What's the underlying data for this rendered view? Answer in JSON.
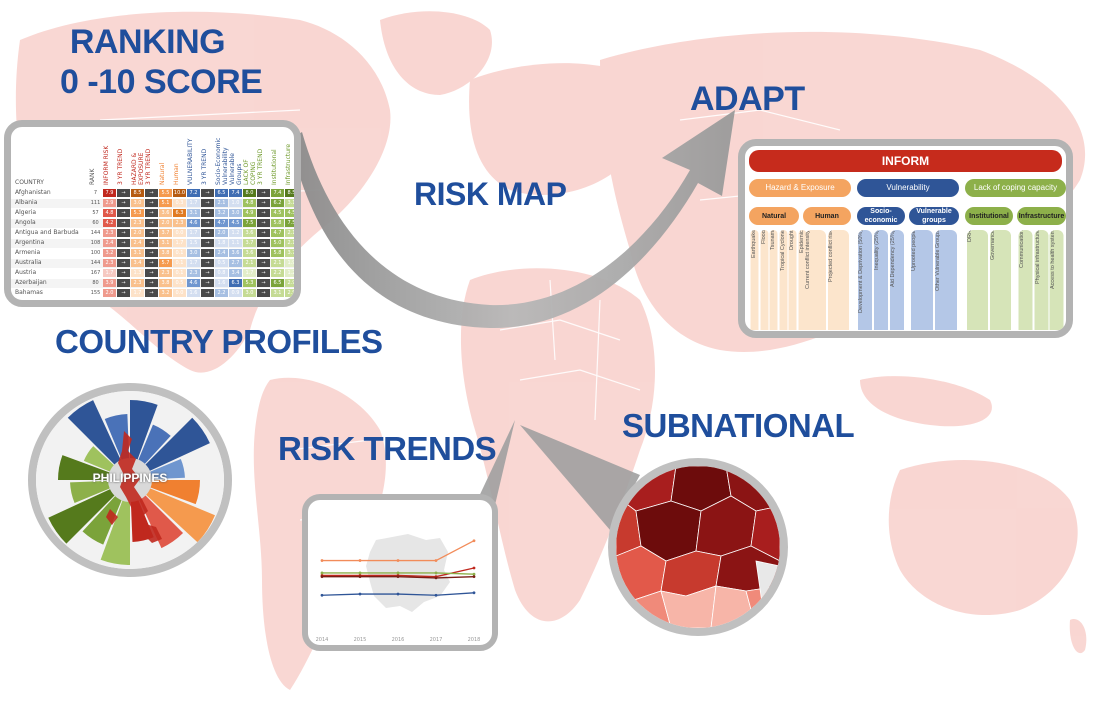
{
  "labels": {
    "ranking_line1": "RANKING",
    "ranking_line2": "0 -10 SCORE",
    "adapt": "ADAPT",
    "risk_map": "RISK MAP",
    "country_profiles": "COUNTRY PROFILES",
    "risk_trends": "RISK TRENDS",
    "subnational": "SUBNATIONAL"
  },
  "ranking_table": {
    "country_header": "COUNTRY",
    "column_headers": [
      "RANK",
      "INFORM RISK",
      "3 YR TREND",
      "HAZARD & EXPOSURE",
      "3 YR TREND",
      "Natural",
      "Human",
      "VULNERABILITY",
      "3 YR TREND",
      "Socio-Economic Vulnerability",
      "Vulnerable Groups",
      "LACK OF COPING CAPACITY",
      "3 YR TREND",
      "Institutional",
      "Infrastructure"
    ],
    "rows": [
      {
        "country": "Afghanistan",
        "rank": "7",
        "values": [
          "7.9",
          "→",
          "8.5",
          "→",
          "5.5",
          "10.0",
          "7.2",
          "→",
          "6.5",
          "7.4",
          "8.0",
          "→",
          "7.4",
          "8.5"
        ]
      },
      {
        "country": "Albania",
        "rank": "111",
        "values": [
          "2.9",
          "→",
          "3.0",
          "→",
          "5.1",
          "0.3",
          "1.7",
          "→",
          "2.1",
          "1.0",
          "4.8",
          "→",
          "6.2",
          "3.1"
        ]
      },
      {
        "country": "Algeria",
        "rank": "57",
        "values": [
          "4.8",
          "→",
          "5.3",
          "→",
          "3.6",
          "6.3",
          "3.1",
          "→",
          "3.2",
          "3.0",
          "4.9",
          "→",
          "4.5",
          "4.5"
        ]
      },
      {
        "country": "Angola",
        "rank": "60",
        "values": [
          "4.2",
          "→",
          "2.3",
          "→",
          "2.0",
          "2.3",
          "4.6",
          "→",
          "4.7",
          "4.5",
          "7.5",
          "→",
          "5.8",
          "7.5"
        ]
      },
      {
        "country": "Antigua and Barbuda",
        "rank": "144",
        "values": [
          "2.3",
          "→",
          "2.0",
          "→",
          "3.7",
          "0.0",
          "1.7",
          "→",
          "2.0",
          "1.2",
          "3.6",
          "→",
          "4.7",
          "2.1"
        ]
      },
      {
        "country": "Argentina",
        "rank": "108",
        "values": [
          "2.4",
          "→",
          "2.4",
          "→",
          "3.1",
          "1.7",
          "1.5",
          "→",
          "1.8",
          "1.1",
          "3.7",
          "→",
          "5.0",
          "2.1"
        ]
      },
      {
        "country": "Armenia",
        "rank": "100",
        "values": [
          "3.2",
          "→",
          "3.1",
          "→",
          "3.8",
          "0.1",
          "3.0",
          "→",
          "2.4",
          "3.6",
          "3.6",
          "→",
          "5.8",
          "3.7"
        ]
      },
      {
        "country": "Australia",
        "rank": "144",
        "values": [
          "2.3",
          "→",
          "3.4",
          "→",
          "5.7",
          "0.1",
          "1.7",
          "→",
          "0.5",
          "2.7",
          "2.1",
          "→",
          "2.1",
          "1.9"
        ]
      },
      {
        "country": "Austria",
        "rank": "167",
        "values": [
          "1.7",
          "→",
          "1.3",
          "→",
          "2.3",
          "0.1",
          "2.3",
          "→",
          "0.8",
          "3.4",
          "1.7",
          "→",
          "2.2",
          "1.2"
        ]
      },
      {
        "country": "Azerbaijan",
        "rank": "80",
        "values": [
          "3.9",
          "→",
          "2.3",
          "→",
          "3.8",
          "0.5",
          "4.6",
          "→",
          "1.6",
          "6.3",
          "5.3",
          "→",
          "6.5",
          "2.9"
        ]
      },
      {
        "country": "Bahamas",
        "rank": "155",
        "values": [
          "2.0",
          "→",
          "1.7",
          "→",
          "3.2",
          "0.0",
          "1.6",
          "→",
          "2.2",
          "0.9",
          "3.0",
          "→",
          "3.1",
          "2.9"
        ]
      }
    ]
  },
  "inform_framework": {
    "title": "INFORM",
    "dimensions": [
      "Hazard & Exposure",
      "Vulnerability",
      "Lack of coping capacity"
    ],
    "categories": [
      "Natural",
      "Human",
      "Socio-economic",
      "Vulnerable groups",
      "Institutional",
      "Infrastructure"
    ],
    "natural_components": [
      "Earthquake",
      "Flood",
      "Tsunami",
      "Tropical Cyclone",
      "Drought",
      "Epidemic"
    ],
    "human_components": [
      "Current conflict intensity",
      "Projected conflict risk"
    ],
    "socio_components": [
      "Development & Deprivation (50%)",
      "Inequality (25%)",
      "Aid Dependency (25%)"
    ],
    "vulnerable_components": [
      "Uprooted people",
      "Other Vulnerable Groups"
    ],
    "institutional_components": [
      "DRR",
      "Governance"
    ],
    "infrastructure_components": [
      "Communication",
      "Physical infrastructure",
      "Access to health system"
    ],
    "colors": {
      "hazard": "#f4a460",
      "hazard_light": "#fce5cc",
      "vulnerability": "#2f5597",
      "vulnerability_light": "#b4c7e7",
      "coping": "#8db04a",
      "coping_light": "#d6e4b8",
      "title": "#c62b1c"
    }
  },
  "country_profile": {
    "country": "PHILIPPINES"
  },
  "risk_trends_chart": {
    "type": "line",
    "x": [
      "2014",
      "2015",
      "2016",
      "2017",
      "2018"
    ],
    "series": [
      {
        "values": [
          5.6,
          5.6,
          5.6,
          5.6,
          7.2
        ],
        "color": "#f28c5a"
      },
      {
        "values": [
          4.4,
          4.4,
          4.4,
          4.3,
          5.0
        ],
        "color": "#c0281e"
      },
      {
        "values": [
          4.6,
          4.6,
          4.6,
          4.6,
          4.5
        ],
        "color": "#8db04a"
      },
      {
        "values": [
          4.3,
          4.3,
          4.3,
          4.2,
          4.3
        ],
        "color": "#7a1e16"
      },
      {
        "values": [
          2.8,
          2.9,
          2.9,
          2.8,
          3.0
        ],
        "color": "#2f5597"
      }
    ],
    "ylim": [
      0,
      10
    ]
  },
  "subnational_map": {
    "region_colors": [
      "#6d0c0c",
      "#8b1414",
      "#a81e1e",
      "#c73a2e",
      "#e2594a",
      "#f08a7a",
      "#f7b5a8"
    ]
  },
  "colors": {
    "label_blue": "#1f4e9c",
    "map_pink": "#f7c9c4",
    "arrow_gray": "#a8a8a8"
  }
}
